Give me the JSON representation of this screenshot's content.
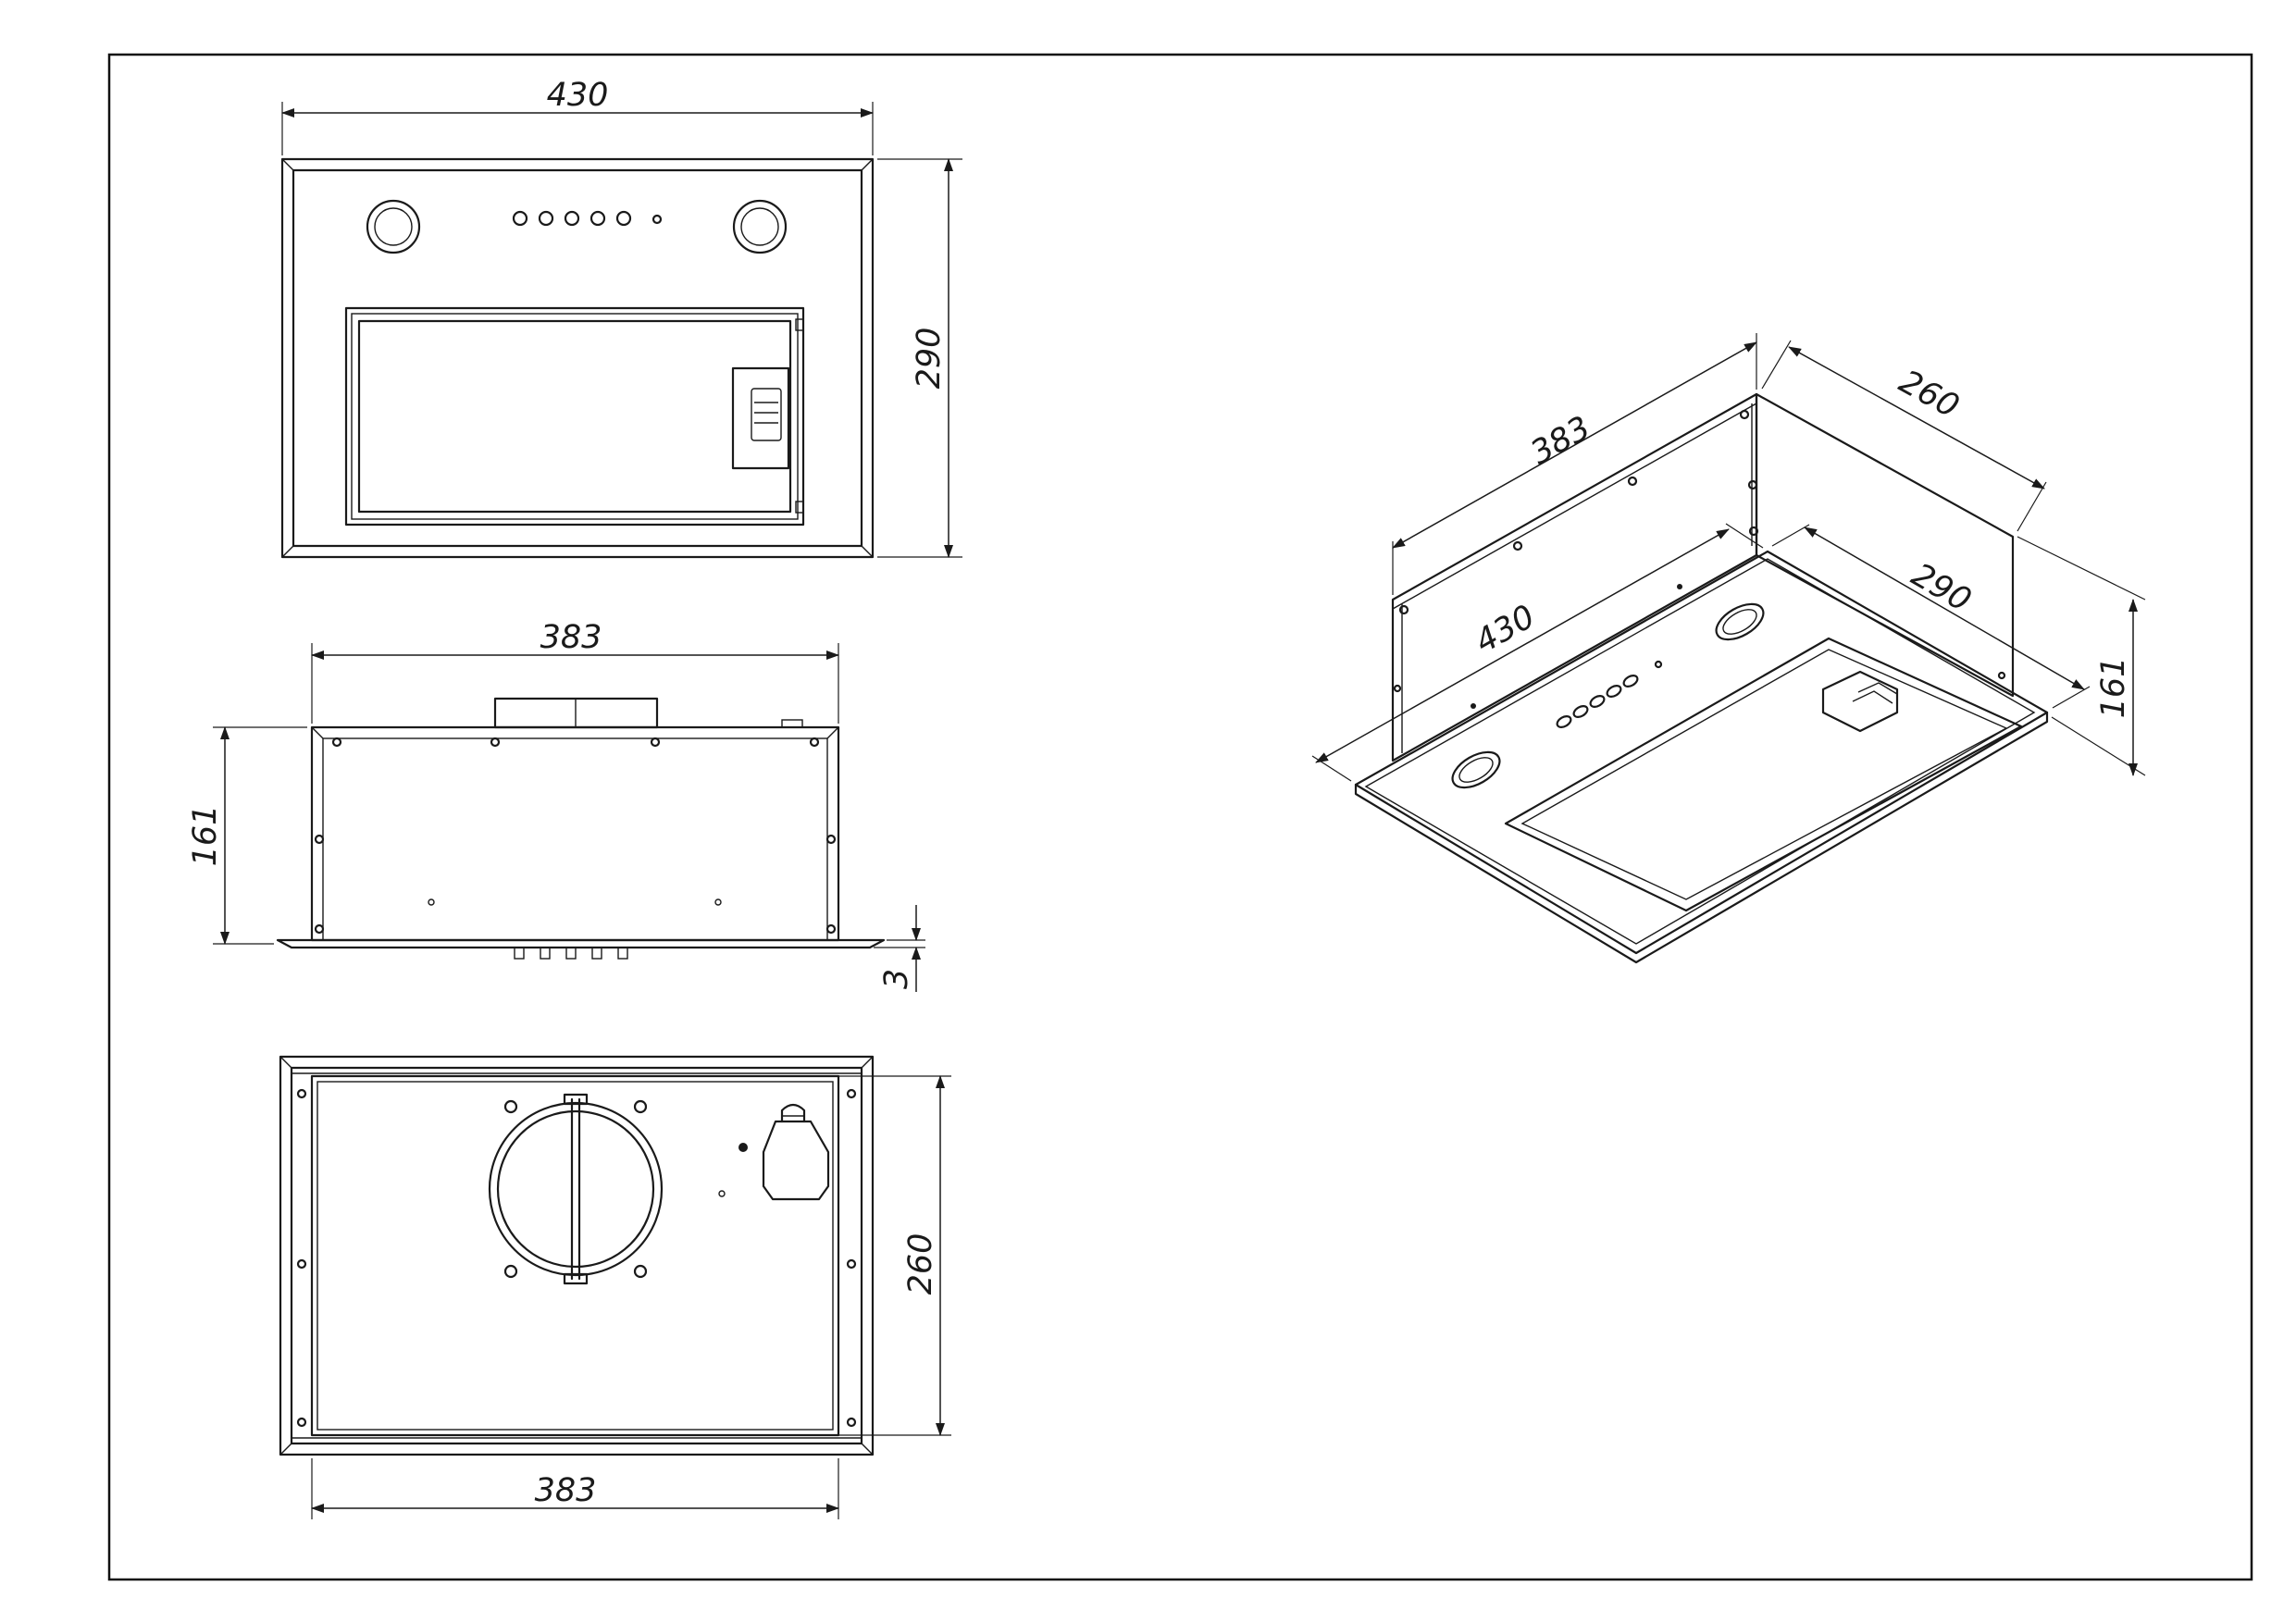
{
  "front_view": {
    "width_label": "430",
    "height_label": "290"
  },
  "side_view": {
    "width_label": "383",
    "height_label": "161",
    "glass_label": "3"
  },
  "bottom_view": {
    "width_label": "383",
    "depth_label": "260"
  },
  "iso_view": {
    "length_label": "383",
    "depth_label": "260",
    "panel_depth_label": "290",
    "panel_width_label": "430",
    "height_label": "161"
  },
  "colors": {
    "line": "#1a1a1a",
    "background": "#ffffff"
  }
}
